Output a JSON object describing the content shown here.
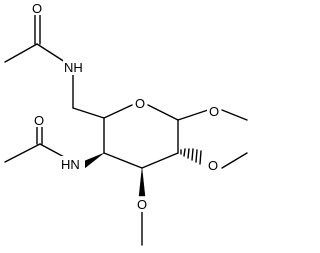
{
  "molecule": {
    "atoms": {
      "o_carbonyl_top": "O",
      "n_top": "NH",
      "o_ring": "O",
      "o_methoxy_1": "O",
      "o_carbonyl_left": "O",
      "n_left": "HN",
      "o_methoxy_2": "O",
      "o_methoxy_3": "O"
    }
  }
}
